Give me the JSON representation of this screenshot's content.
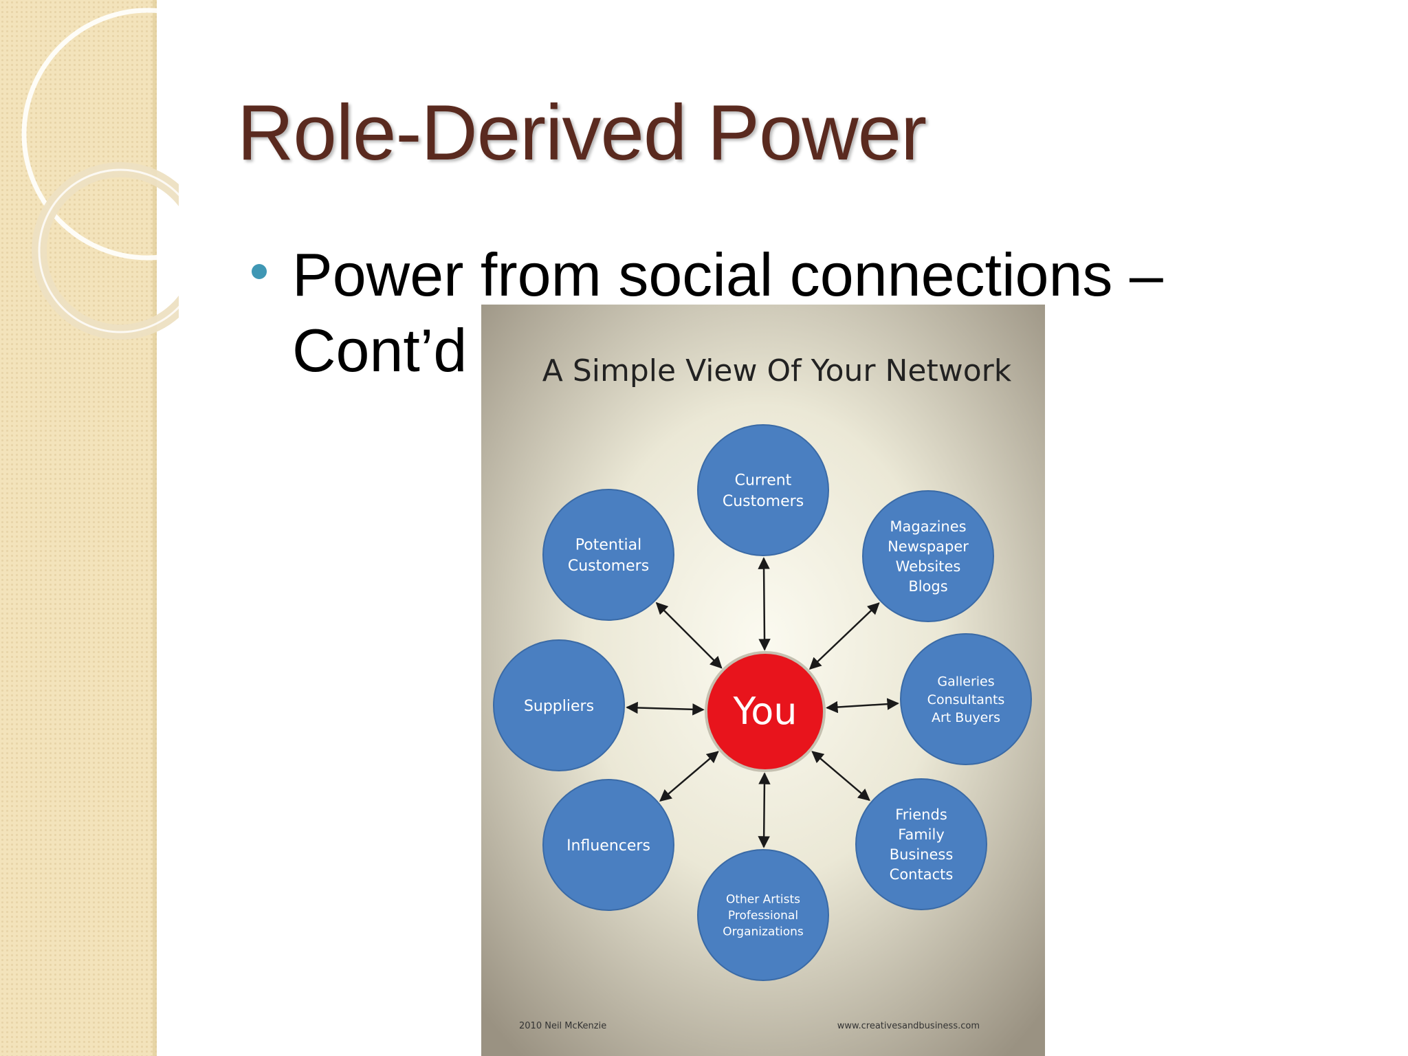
{
  "slide": {
    "title": "Role-Derived Power",
    "bullet": "Power from social connections – Cont’d"
  },
  "figure": {
    "title": "A Simple View Of Your Network",
    "center_label": "You",
    "nodes": [
      {
        "id": "current-customers",
        "lines": [
          "Current",
          "Customers"
        ]
      },
      {
        "id": "magazines",
        "lines": [
          "Magazines",
          "Newspaper",
          "Websites",
          "Blogs"
        ]
      },
      {
        "id": "galleries",
        "lines": [
          "Galleries",
          "Consultants",
          "Art Buyers"
        ]
      },
      {
        "id": "friends",
        "lines": [
          "Friends",
          "Family",
          "Business",
          "Contacts"
        ]
      },
      {
        "id": "other-artists",
        "lines": [
          "Other Artists",
          "Professional",
          "Organizations"
        ]
      },
      {
        "id": "influencers",
        "lines": [
          "Influencers"
        ]
      },
      {
        "id": "suppliers",
        "lines": [
          "Suppliers"
        ]
      },
      {
        "id": "potential-customers",
        "lines": [
          "Potential",
          "Customers"
        ]
      }
    ],
    "credit_left": "2010 Neil McKenzie",
    "credit_right": "www.creativesandbusiness.com"
  },
  "colors": {
    "title": "#5a2a1f",
    "bullet": "#3f97b4",
    "node_fill": "#4a7fc1",
    "center_fill": "#e8141c",
    "side_band": "#f3e3bb"
  }
}
